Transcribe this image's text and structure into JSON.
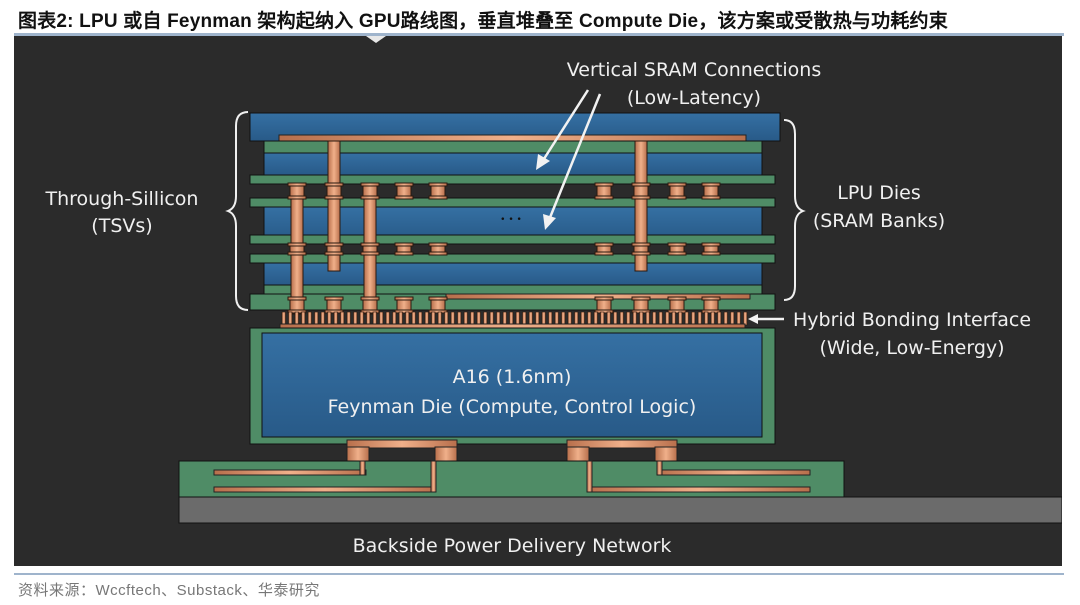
{
  "header": {
    "title": "图表2:  LPU 或自 Feynman 架构起纳入 GPU路线图，垂直堆叠至 Compute Die，该方案或受散热与功耗约束"
  },
  "diagram": {
    "labels": {
      "vertical_sram_line1": "Vertical SRAM Connections",
      "vertical_sram_line2": "(Low-Latency)",
      "tsv_line1": "Through-Sillicon",
      "tsv_line2": "(TSVs)",
      "lpu_line1": "LPU Dies",
      "lpu_line2": "(SRAM Banks)",
      "hybrid_line1": "Hybrid Bonding Interface",
      "hybrid_line2": "(Wide, Low-Energy)",
      "compute_line1": "A16 (1.6nm)",
      "compute_line2": "Feynman Die (Compute, Control Logic)",
      "bpdn": "Backside Power Delivery Network",
      "ellipsis": "• • •"
    },
    "colors": {
      "background": "#2b2b2b",
      "die_blue": "#2f6596",
      "layer_green": "#4f8c66",
      "copper": "#d9906a",
      "substrate_gray": "#6b6b6b"
    }
  },
  "footer": {
    "source": "资料来源：Wccftech、Substack、华泰研究"
  }
}
